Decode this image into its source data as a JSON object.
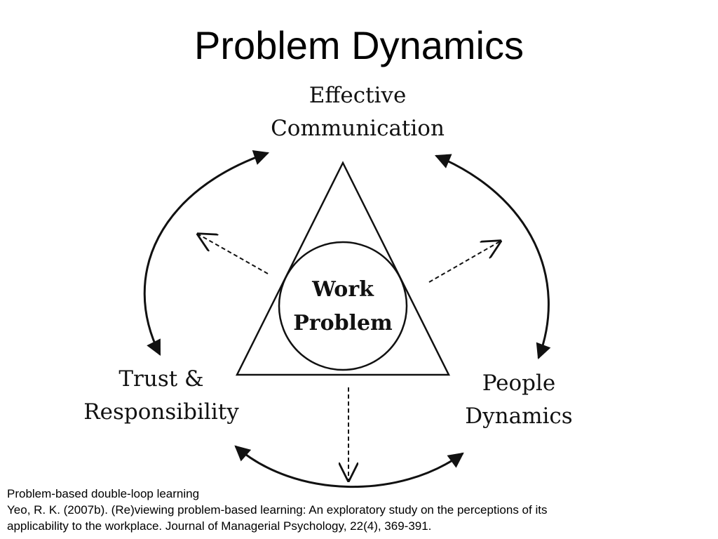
{
  "slide": {
    "title": "Problem Dynamics"
  },
  "diagram": {
    "center": {
      "line1": "Work",
      "line2": "Problem"
    },
    "nodes": {
      "top": {
        "line1": "Effective",
        "line2": "Communication"
      },
      "left": {
        "line1": "Trust &",
        "line2": "Responsibility"
      },
      "right": {
        "line1": "People",
        "line2": "Dynamics"
      }
    },
    "stroke_color": "#111111"
  },
  "caption": {
    "line1": "Problem-based double-loop learning",
    "line2": "Yeo, R. K. (2007b). (Re)viewing problem-based learning: An exploratory study on the perceptions of its",
    "line3": "applicability to the workplace. Journal of Managerial Psychology, 22(4), 369-391."
  }
}
